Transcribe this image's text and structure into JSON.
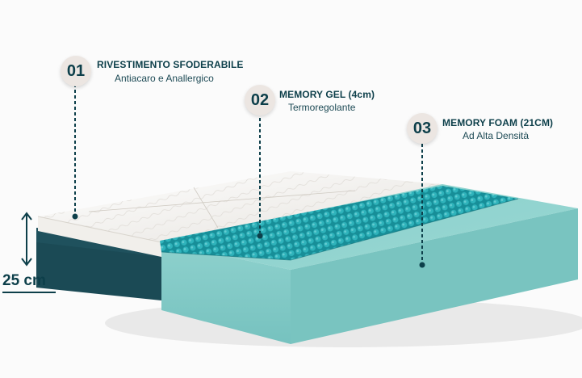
{
  "layers": [
    {
      "number": "01",
      "title": "RIVESTIMENTO SFODERABILE",
      "subtitle": "Antiacaro e Anallergico"
    },
    {
      "number": "02",
      "title": "MEMORY GEL (4cm)",
      "subtitle": "Termoregolante"
    },
    {
      "number": "03",
      "title": "MEMORY FOAM (21CM)",
      "subtitle": "Ad Alta Densità"
    }
  ],
  "height_label": "25 cm",
  "colors": {
    "text": "#0d3f4a",
    "badge_bg": "#ece6e2",
    "cover": "#eceae6",
    "base_dark": "#1b4a55",
    "gel": "#1b9aa3",
    "foam_side": "#7ec8c5",
    "foam_top": "#8fd2ce"
  }
}
